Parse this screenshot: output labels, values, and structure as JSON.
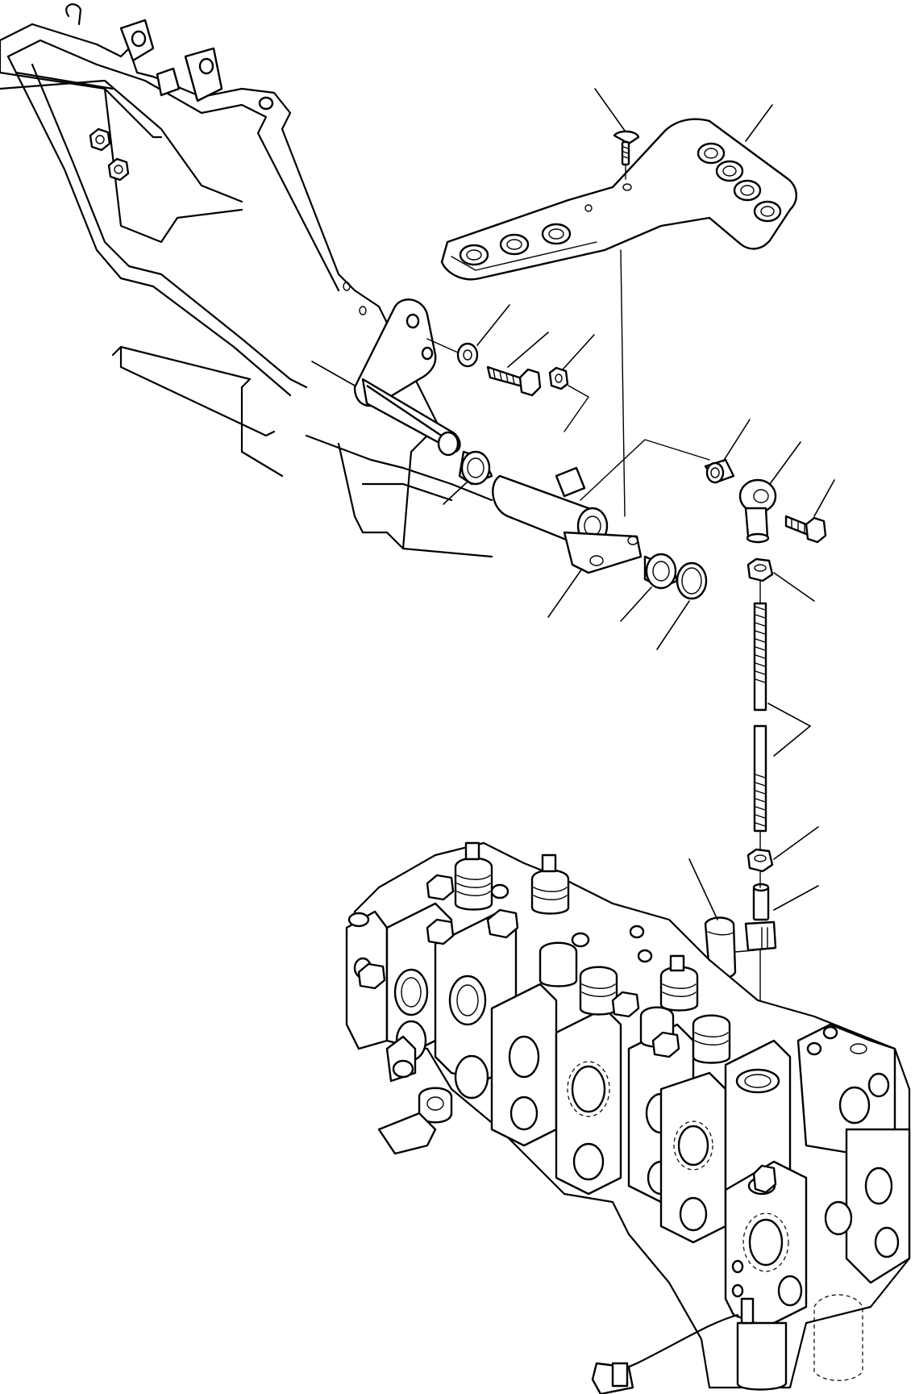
{
  "drawing": {
    "parts": [
      {
        "name": "frame-bracket"
      },
      {
        "name": "pivot-bracket"
      },
      {
        "name": "pedal-plate"
      },
      {
        "name": "flat-head-screw"
      },
      {
        "name": "washer"
      },
      {
        "name": "hex-bolt-pivot"
      },
      {
        "name": "nut-small"
      },
      {
        "name": "bushing-left"
      },
      {
        "name": "pedal-tube"
      },
      {
        "name": "bushing-right"
      },
      {
        "name": "snap-ring"
      },
      {
        "name": "spacer"
      },
      {
        "name": "ball-joint"
      },
      {
        "name": "hex-bolt-ball-joint"
      },
      {
        "name": "lock-nut-upper"
      },
      {
        "name": "threaded-rod"
      },
      {
        "name": "lock-nut-lower"
      },
      {
        "name": "clevis"
      },
      {
        "name": "clip-pin"
      },
      {
        "name": "control-valve-assembly"
      },
      {
        "name": "electrical-connector"
      }
    ]
  }
}
